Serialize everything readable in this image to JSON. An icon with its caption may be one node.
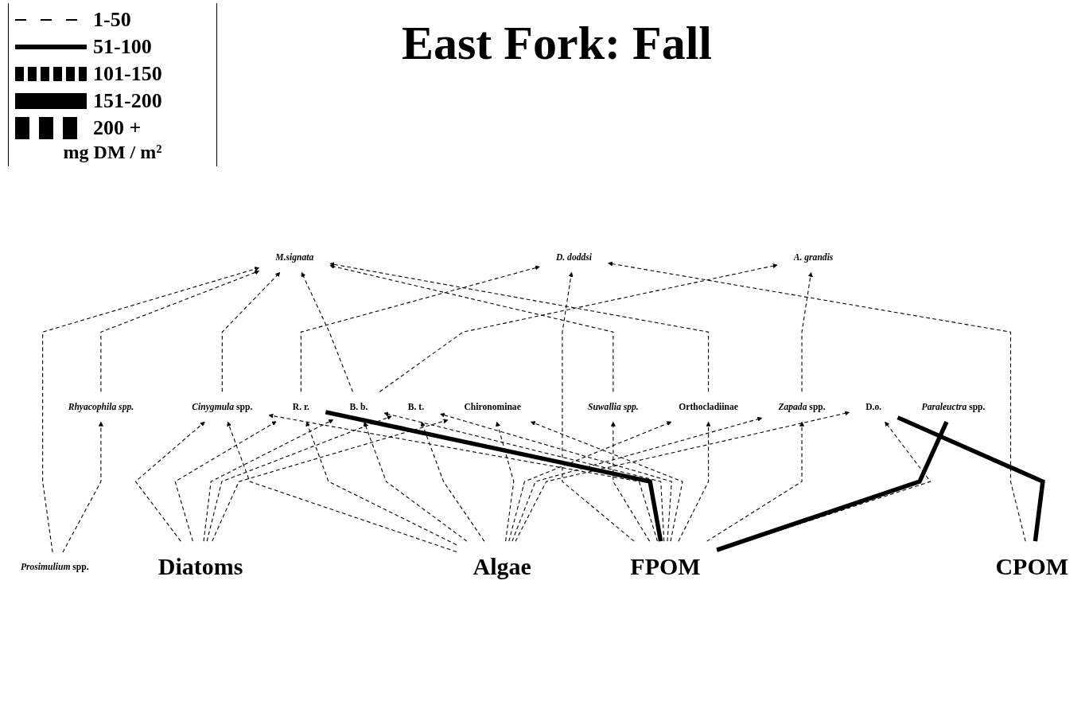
{
  "diagram": {
    "title": "East Fork: Fall",
    "nodes": [
      {
        "text": [
          "M.signata"
        ]
      },
      {
        "text": [
          "A. grandis"
        ]
      },
      {
        "text": [
          "*Rhyacophila* spp."
        ]
      },
      {
        "text": [
          "D. doddsi"
        ]
      },
      {
        "text": [
          "*Suwallia* spp."
        ]
      },
      {
        "text": [
          "*Cinygmula* spp."
        ]
      },
      {
        "text": [
          "R. r."
        ]
      },
      {
        "text": [
          "B. b."
        ]
      },
      {
        "text": [
          "B. t."
        ]
      },
      {
        "text": [
          "*Prosimulium* spp."
        ]
      },
      {
        "text": [
          "Chironominae"
        ]
      },
      {
        "text": [
          "Orthocladiinae"
        ]
      },
      {
        "text": [
          "*Zapada* spp."
        ]
      },
      {
        "text": [
          "*Paraleuctra* spp."
        ]
      },
      {
        "text": [
          "D.o."
        ]
      },
      {
        "text": [
          "Algae"
        ]
      },
      {
        "text": [
          "Diatoms"
        ]
      },
      {
        "text": [
          "FPOM"
        ]
      },
      {
        "text": [
          "CPOM"
        ]
      }
    ],
    "edges": [
      {
        "from": 5,
        "to": 0,
        "arrow": "to",
        "style": "dashed"
      },
      {
        "from": 7,
        "to": 0,
        "arrow": "to",
        "style": "dashed"
      },
      {
        "from": 2,
        "to": 0,
        "arrow": "to",
        "style": "dashed"
      },
      {
        "from": 9,
        "to": 0,
        "arrow": "to",
        "style": "dashed"
      },
      {
        "from": 11,
        "to": 0,
        "arrow": "to",
        "style": "dashed"
      },
      {
        "from": 4,
        "to": 0,
        "arrow": "to",
        "style": "dashed"
      },
      {
        "from": 7,
        "to": 1,
        "arrow": "to",
        "style": "dashed"
      },
      {
        "from": 12,
        "to": 1,
        "arrow": "to",
        "style": "dashed"
      },
      {
        "from": 9,
        "to": 2,
        "arrow": "to",
        "style": "dashed"
      },
      {
        "from": 6,
        "to": 3,
        "arrow": "to",
        "style": "dashed"
      },
      {
        "from": 17,
        "to": 3,
        "arrow": "to",
        "style": "dashed"
      },
      {
        "from": 18,
        "to": 3,
        "arrow": "to",
        "style": "dashed"
      },
      {
        "from": 17,
        "to": 4,
        "arrow": "to",
        "style": "dashed"
      },
      {
        "from": 15,
        "to": 5,
        "arrow": "to",
        "style": "dashed"
      },
      {
        "from": 16,
        "to": 5,
        "arrow": "to",
        "style": "dashed"
      },
      {
        "from": 17,
        "to": 5,
        "arrow": "to",
        "style": "dashed"
      },
      {
        "from": 15,
        "to": 6,
        "arrow": "to",
        "style": "dashed"
      },
      {
        "from": 16,
        "to": 6,
        "arrow": "to",
        "style": "dashed"
      },
      {
        "from": 17,
        "to": 6,
        "arrow": "none",
        "style": "thick"
      },
      {
        "from": 15,
        "to": 7,
        "arrow": "to",
        "style": "dashed"
      },
      {
        "from": 16,
        "to": 7,
        "arrow": "to",
        "style": "dashed"
      },
      {
        "from": 17,
        "to": 7,
        "arrow": "to",
        "style": "dashed"
      },
      {
        "from": 15,
        "to": 8,
        "arrow": "to",
        "style": "dashed"
      },
      {
        "from": 16,
        "to": 8,
        "arrow": "to",
        "style": "dashed"
      },
      {
        "from": 17,
        "to": 8,
        "arrow": "to",
        "style": "dashed"
      },
      {
        "from": 15,
        "to": 10,
        "arrow": "to",
        "style": "dashed"
      },
      {
        "from": 16,
        "to": 10,
        "arrow": "to",
        "style": "dashed"
      },
      {
        "from": 17,
        "to": 10,
        "arrow": "to",
        "style": "dashed"
      },
      {
        "from": 15,
        "to": 11,
        "arrow": "to",
        "style": "dashed"
      },
      {
        "from": 17,
        "to": 11,
        "arrow": "to",
        "style": "dashed"
      },
      {
        "from": 15,
        "to": 12,
        "arrow": "to",
        "style": "dashed"
      },
      {
        "from": 17,
        "to": 12,
        "arrow": "to",
        "style": "dashed"
      },
      {
        "from": 17,
        "to": 13,
        "arrow": "none",
        "style": "thick"
      },
      {
        "from": 15,
        "to": 14,
        "arrow": "to",
        "style": "dashed"
      },
      {
        "from": 17,
        "to": 14,
        "arrow": "to",
        "style": "dashed"
      },
      {
        "from": 18,
        "to": 14,
        "arrow": "none",
        "style": "thick"
      }
    ],
    "labels": [
      "mg DM / m²"
    ],
    "legend": [
      {
        "text": "1-50"
      },
      {
        "text": "51-100"
      },
      {
        "text": "101-150"
      },
      {
        "text": "151-200"
      },
      {
        "text": "200 +"
      }
    ]
  }
}
